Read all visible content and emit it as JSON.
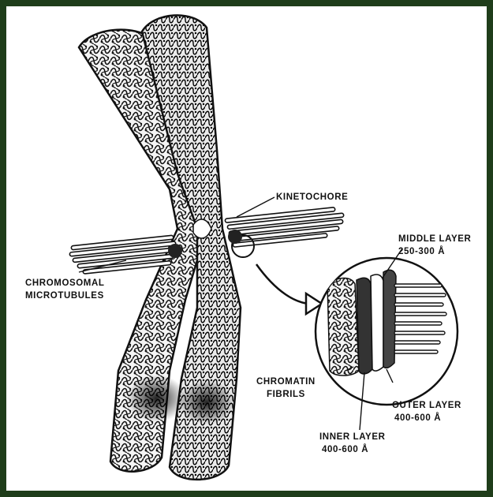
{
  "labels": {
    "kinetochore": "KINETOCHORE",
    "microtubules_line1": "CHROMOSOMAL",
    "microtubules_line2": "MICROTUBULES",
    "middle_layer": "MIDDLE LAYER",
    "middle_layer_size": "250-300 Å",
    "chromatin_line1": "CHROMATIN",
    "chromatin_line2": "FIBRILS",
    "outer_layer": "OUTER LAYER",
    "outer_layer_size": "400-600 Å",
    "inner_layer": "INNER LAYER",
    "inner_layer_size": "400-600 Å"
  },
  "colors": {
    "frame": "#1f3d1a",
    "ink": "#111111",
    "paper": "#ffffff"
  }
}
